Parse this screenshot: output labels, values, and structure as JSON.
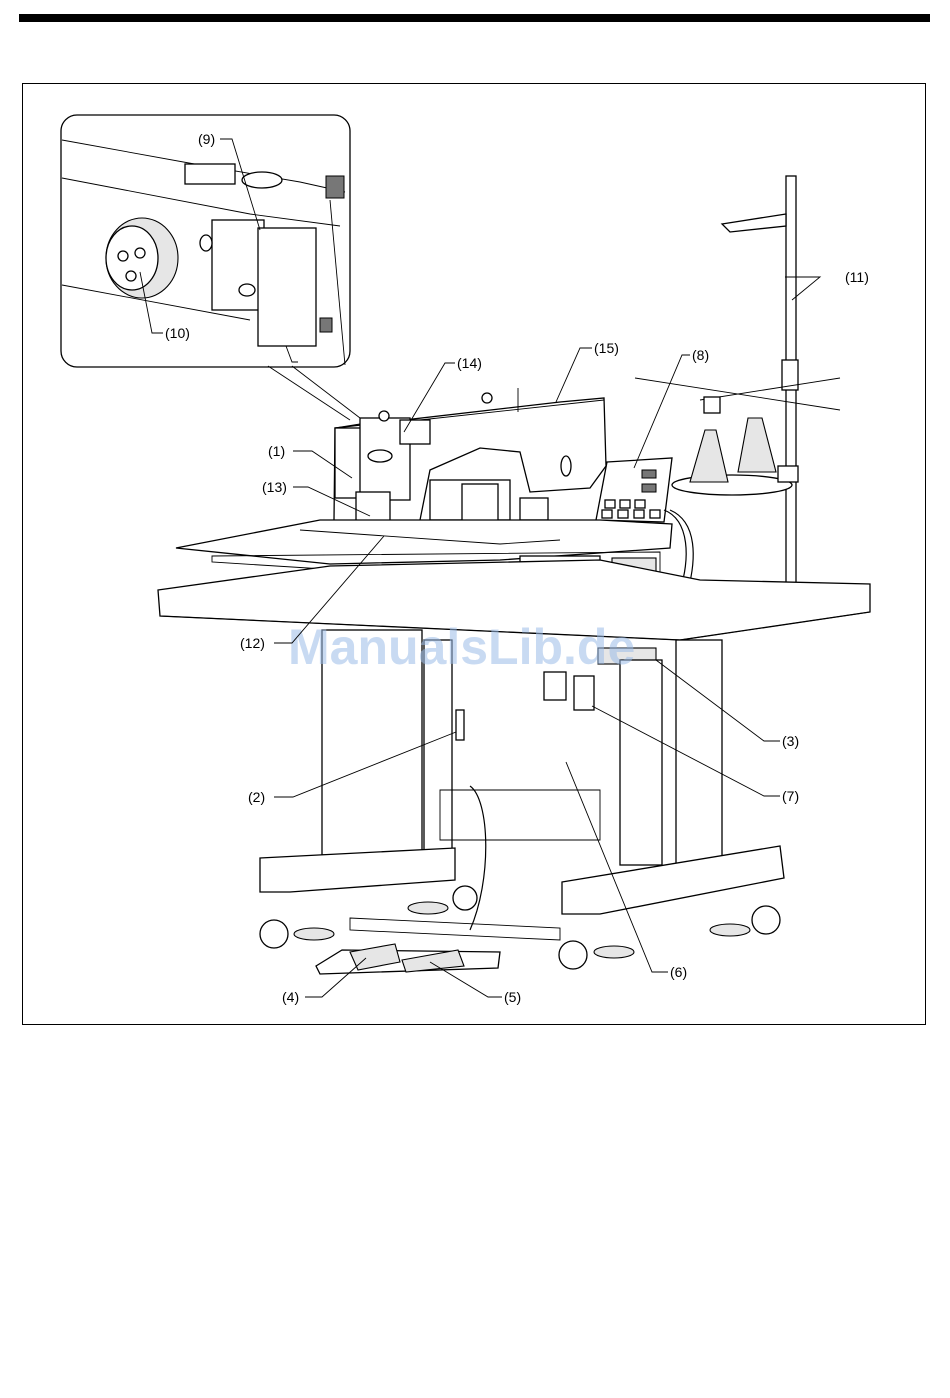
{
  "callouts": {
    "c1": "(1)",
    "c2": "(2)",
    "c3": "(3)",
    "c4": "(4)",
    "c5": "(5)",
    "c6": "(6)",
    "c7": "(7)",
    "c8": "(8)",
    "c9": "(9)",
    "c10": "(10)",
    "c11": "(11)",
    "c12": "(12)",
    "c13": "(13)",
    "c14": "(14)",
    "c15": "(15)"
  },
  "watermark": "ManualsLib.de"
}
